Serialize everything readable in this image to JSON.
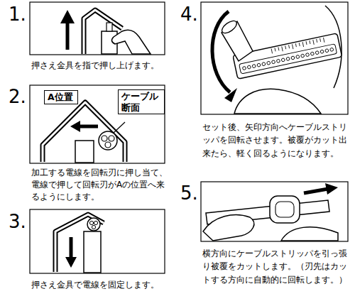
{
  "diagram": {
    "nodes": [
      {
        "text": [
          "A位置"
        ]
      },
      {
        "text": [
          "ケーブル断面"
        ]
      }
    ],
    "labels": [
      "1.",
      "押さえ金具を指で押し上げます。",
      "2.",
      "加工する電線を回転刃に押し当て、電線で押して回転刃がAの位置へ来るようにします。",
      "3.",
      "押さえ金具で電線を固定します。",
      "4.",
      "セット後、矢印方向へケーブルストリッパを回転させます。被覆がカット出来たら、軽く回るようになります。",
      "5.",
      "横方向にケーブルストリッパを引っ張り被覆をカットします。（刃先はカットする方向に自動的に回転します。）"
    ]
  }
}
